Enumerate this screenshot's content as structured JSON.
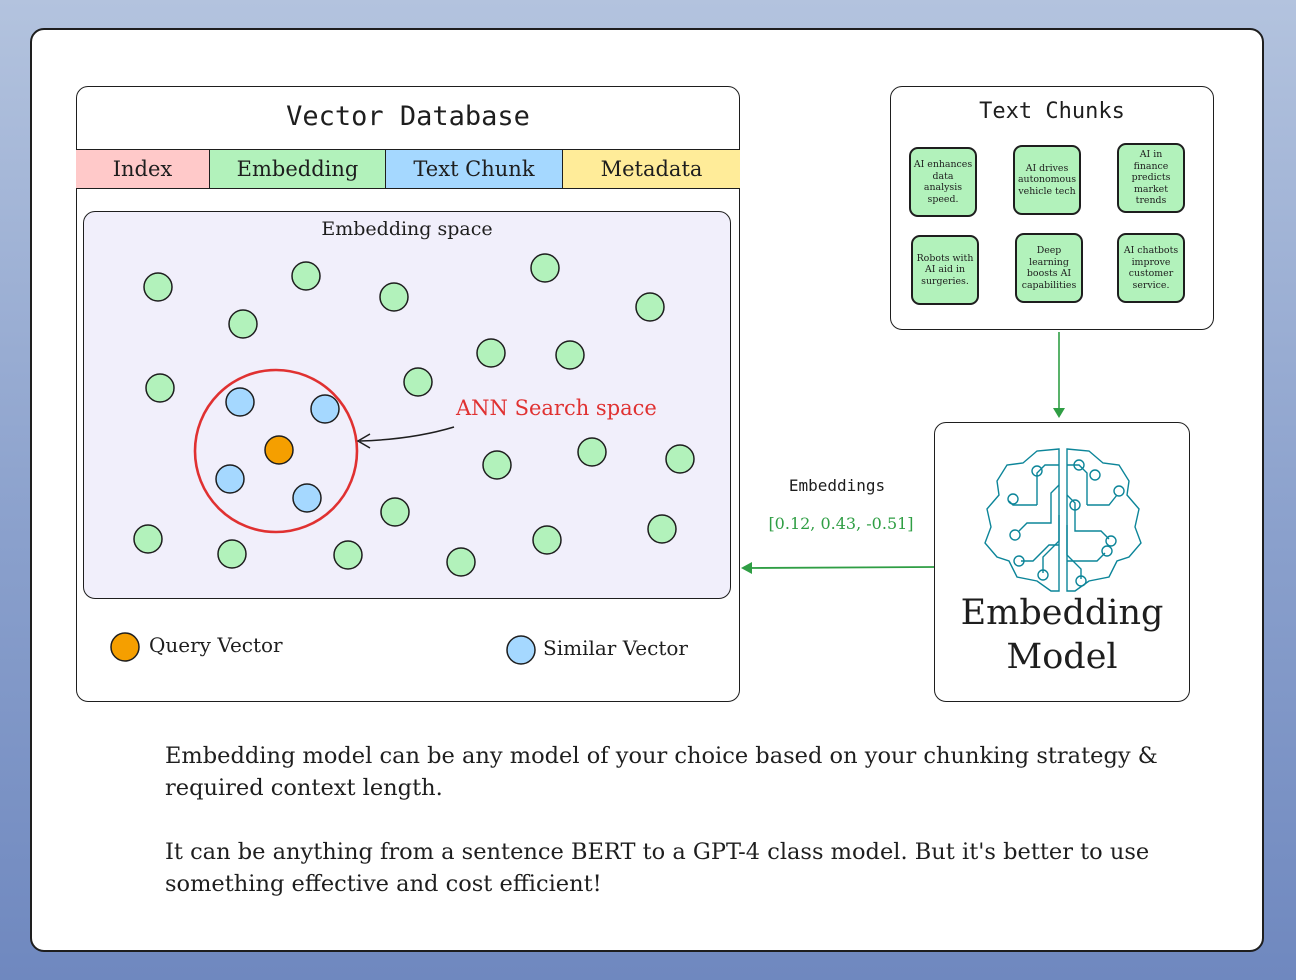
{
  "vector_database": {
    "title": "Vector Database",
    "columns": [
      {
        "label": "Index",
        "color": "#ffc9c9"
      },
      {
        "label": "Embedding",
        "color": "#b2f2bb"
      },
      {
        "label": "Text Chunk",
        "color": "#a5d8ff"
      },
      {
        "label": "Metadata",
        "color": "#ffec99"
      }
    ],
    "space_title": "Embedding space",
    "ann_label": "ANN Search space",
    "legend": {
      "query_label": "Query Vector",
      "similar_label": "Similar Vector"
    }
  },
  "text_chunks": {
    "title": "Text Chunks",
    "chunks": [
      "AI enhances data analysis speed.",
      "AI drives autonomous vehicle tech",
      "AI in finance predicts market trends",
      "Robots with AI aid in surgeries.",
      "Deep learning boosts AI capabilities",
      "AI chatbots improve customer service."
    ]
  },
  "embedding_model": {
    "label_line1": "Embedding",
    "label_line2": "Model",
    "icon": "brain-circuit-icon"
  },
  "embeddings_arrow": {
    "label": "Embeddings",
    "vector": "[0.12, 0.43, -0.51]"
  },
  "notes": {
    "paragraph1": "Embedding model can be any model of your choice based on your chunking strategy & required context length.",
    "paragraph2": "It can be anything from a sentence BERT to a GPT-4 class model. But it's better to use something effective and cost efficient!"
  },
  "colors": {
    "green_dot": "#b2f2bb",
    "query_dot": "#f59f00",
    "similar_dot": "#a5d8ff",
    "ann_red": "#e03131",
    "arrow_green": "#2f9e44",
    "brain_teal": "#0c8599"
  }
}
